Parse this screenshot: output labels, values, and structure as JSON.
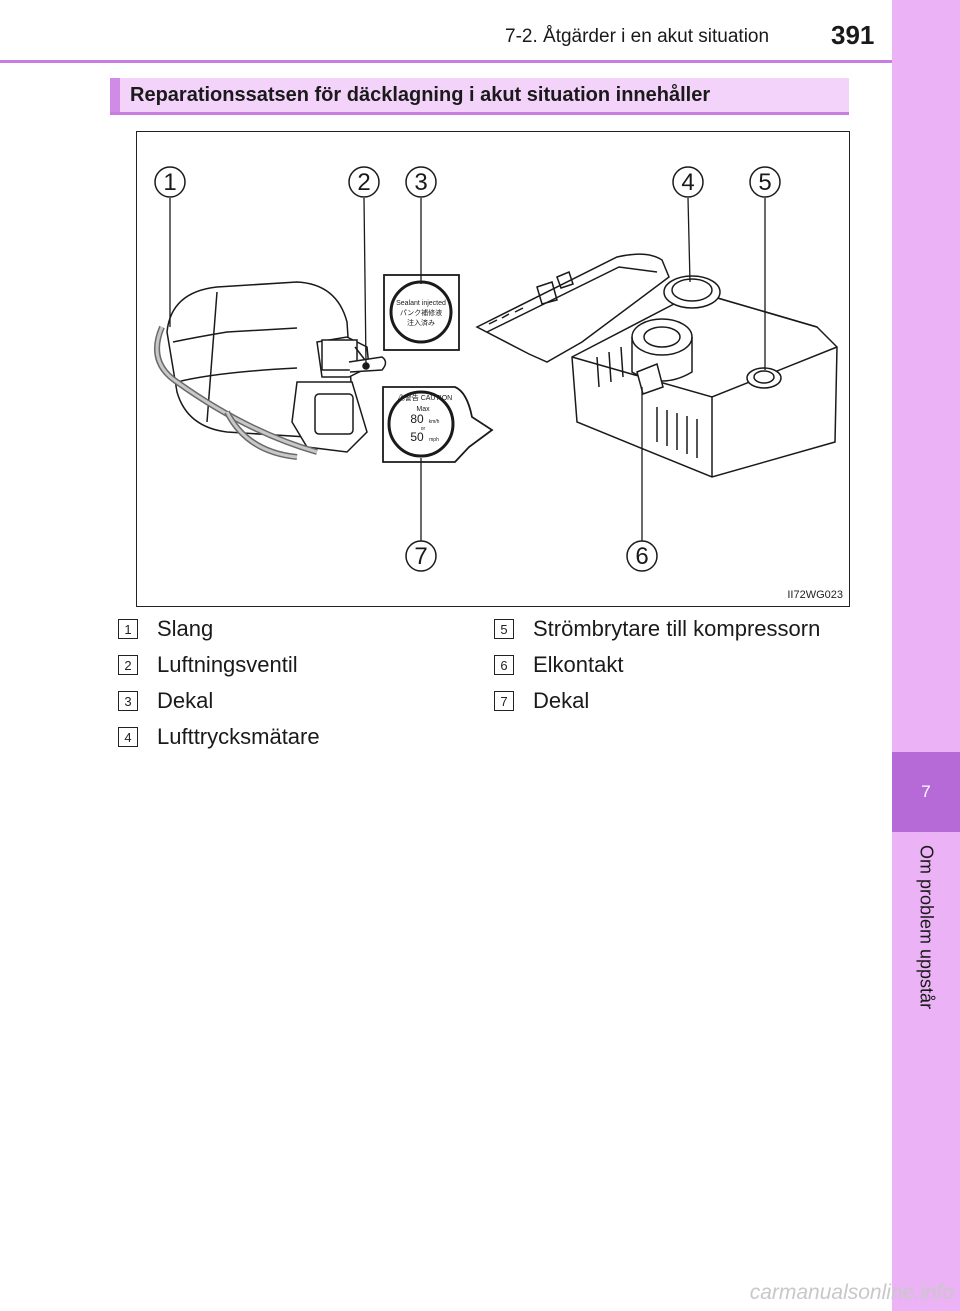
{
  "header": {
    "section": "7-2. Åtgärder i en akut situation",
    "page_number": "391"
  },
  "side_tab": {
    "chapter_number": "7",
    "chapter_title": "Om problem uppstår"
  },
  "section_title": "Reparationssatsen för däcklagning i akut situation innehåller",
  "figure": {
    "code": "II72WG023",
    "callouts": [
      "1",
      "2",
      "3",
      "4",
      "5",
      "6",
      "7"
    ],
    "sticker_sealant": [
      "Sealant injected",
      "パンク補修液",
      "注入済み"
    ],
    "sticker_caution": {
      "header": "⚠警告 CAUTION",
      "max": "Max",
      "speed_kmh": "80",
      "unit_kmh": "km/h",
      "or": "or",
      "speed_mph": "50",
      "unit_mph": "mph"
    }
  },
  "legend": [
    {
      "num": "1",
      "label": "Slang"
    },
    {
      "num": "2",
      "label": "Luftningsventil"
    },
    {
      "num": "3",
      "label": "Dekal"
    },
    {
      "num": "4",
      "label": "Lufttrycksmätare"
    },
    {
      "num": "5",
      "label": "Strömbrytare till kompressorn"
    },
    {
      "num": "6",
      "label": "Elkontakt"
    },
    {
      "num": "7",
      "label": "Dekal"
    }
  ],
  "watermark": "carmanualsonline.info"
}
